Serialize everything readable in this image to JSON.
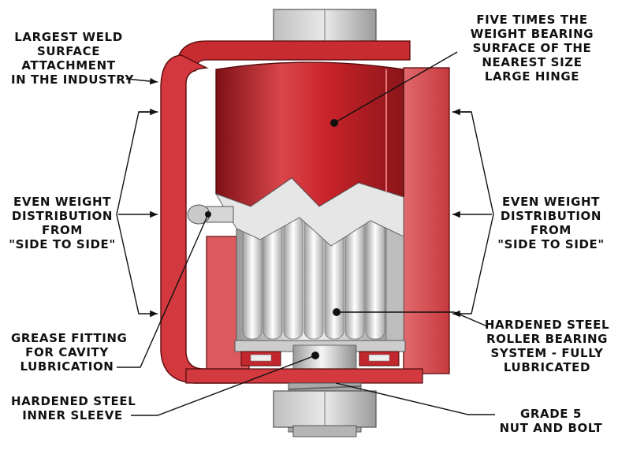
{
  "labels": {
    "weld_surface": [
      "LARGEST WELD",
      "SURFACE",
      "ATTACHMENT",
      "IN THE INDUSTRY"
    ],
    "bearing_surface": [
      "FIVE TIMES THE",
      "WEIGHT BEARING",
      "SURFACE OF THE",
      "NEAREST SIZE",
      "LARGE HINGE"
    ],
    "even_weight_left": [
      "EVEN WEIGHT",
      "DISTRIBUTION",
      "FROM",
      "\"SIDE TO SIDE\""
    ],
    "even_weight_right": [
      "EVEN WEIGHT",
      "DISTRIBUTION",
      "FROM",
      "\"SIDE TO SIDE\""
    ],
    "grease_fitting": [
      "GREASE FITTING",
      "FOR CAVITY",
      "LUBRICATION"
    ],
    "roller_bearing": [
      "HARDENED STEEL",
      "ROLLER BEARING",
      "SYSTEM - FULLY",
      "LUBRICATED"
    ],
    "inner_sleeve": [
      "HARDENED STEEL",
      "INNER SLEEVE"
    ],
    "nut_bolt": [
      "GRADE 5",
      "NUT AND BOLT"
    ]
  },
  "colors": {
    "hinge_red": "#c8232a",
    "hinge_red_dark": "#8e1418",
    "hinge_red_light": "#e05b5f",
    "steel_light": "#f2f2f2",
    "steel_mid": "#c6c6c6",
    "steel_dark": "#8a8a8a",
    "leader": "#111111"
  }
}
